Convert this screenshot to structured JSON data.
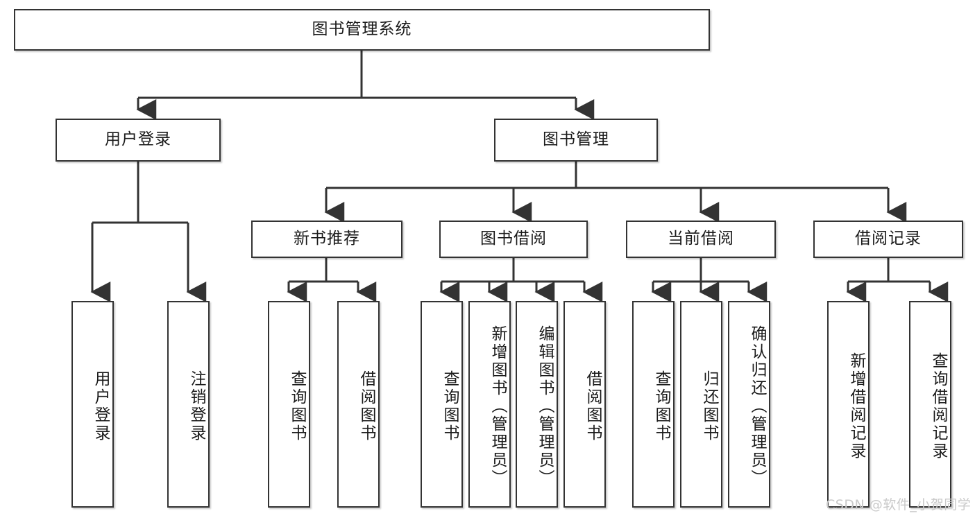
{
  "diagram": {
    "title": "图书管理系统",
    "watermark": "CSDN @软件_小贺同学",
    "stroke_color": "#333333",
    "background_color": "#ffffff",
    "text_color": "#1a1a1a",
    "watermark_color": "#c9c9c9",
    "levels": {
      "root": {
        "label": "图书管理系统"
      },
      "level2": [
        {
          "label": "用户登录"
        },
        {
          "label": "图书管理"
        }
      ],
      "level3": [
        {
          "label": "新书推荐"
        },
        {
          "label": "图书借阅"
        },
        {
          "label": "当前借阅"
        },
        {
          "label": "借阅记录"
        }
      ],
      "leaves": {
        "user_login": [
          {
            "label": "用户登录"
          },
          {
            "label": "注销登录"
          }
        ],
        "new_book_recommend": [
          {
            "label": "查询图书"
          },
          {
            "label": "借阅图书"
          }
        ],
        "book_borrow": [
          {
            "label": "查询图书"
          },
          {
            "label": "新增图书（管理员）"
          },
          {
            "label": "编辑图书（管理员）"
          },
          {
            "label": "借阅图书"
          }
        ],
        "current_borrow": [
          {
            "label": "查询图书"
          },
          {
            "label": "归还图书"
          },
          {
            "label": "确认归还（管理员）"
          }
        ],
        "borrow_records": [
          {
            "label": "新增借阅记录"
          },
          {
            "label": "查询借阅记录"
          }
        ]
      }
    }
  }
}
